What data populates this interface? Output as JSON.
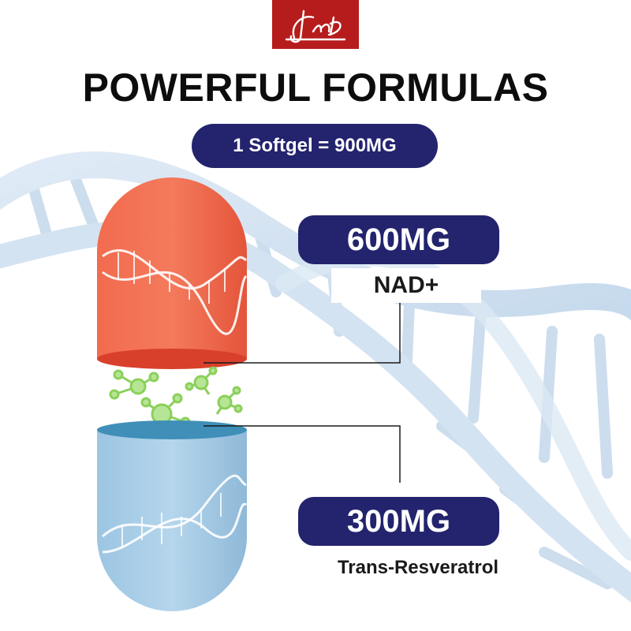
{
  "brand": {
    "logo_text": "JMD"
  },
  "heading": {
    "title": "POWERFUL FORMULAS"
  },
  "dose": {
    "label": "1 Softgel = 900MG"
  },
  "ingredients": [
    {
      "amount": "600MG",
      "name": "NAD+",
      "color": "#ef6347"
    },
    {
      "amount": "300MG",
      "name": "Trans-Resveratrol",
      "color": "#a9cde5"
    }
  ],
  "colors": {
    "accent": "#23236e",
    "logo_bg": "#b71c1c",
    "molecule": "#8bd05a",
    "dna": "#c9dcee"
  }
}
